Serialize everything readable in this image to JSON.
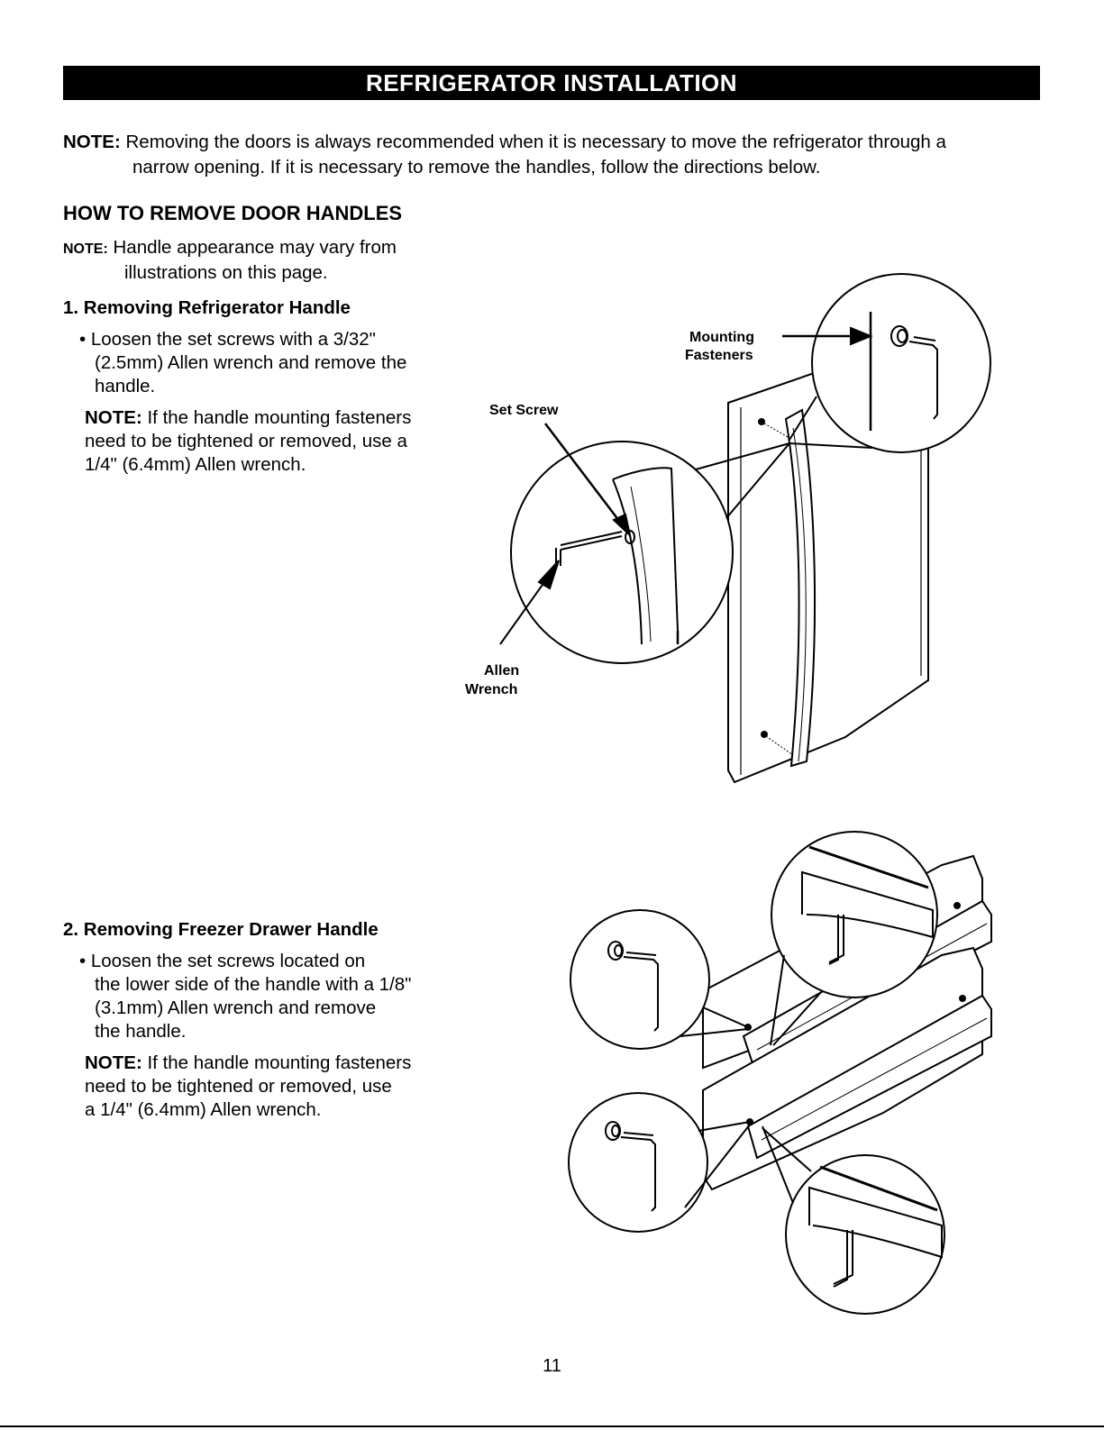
{
  "title": "REFRIGERATOR INSTALLATION",
  "top_note": {
    "label": "NOTE:",
    "line1": "Removing the doors is always recommended when it is necessary to move the refrigerator through a",
    "line2": "narrow opening. If it is necessary to remove the handles, follow the directions below."
  },
  "section_heading": "HOW TO REMOVE DOOR HANDLES",
  "appearance_note": {
    "label": "NOTE:",
    "line1": "Handle appearance may vary from",
    "line2": "illustrations on this page."
  },
  "step1": {
    "heading": "1. Removing Refrigerator Handle",
    "bullet_lines": [
      "• Loosen the set screws with a 3/32\"",
      "(2.5mm) Allen wrench and remove the",
      "handle."
    ],
    "note_label": "NOTE:",
    "note_lines": [
      "If the handle mounting fasteners",
      "need to be tightened or removed, use a",
      "1/4\" (6.4mm) Allen wrench."
    ]
  },
  "step2": {
    "heading": "2. Removing Freezer Drawer Handle",
    "bullet_lines": [
      "• Loosen the set screws located on",
      "the lower side of the handle with a 1/8\"",
      "(3.1mm) Allen wrench and remove",
      "the handle."
    ],
    "note_label": "NOTE:",
    "note_lines": [
      "If the handle mounting fasteners",
      "need to be tightened or removed, use",
      "a 1/4\" (6.4mm) Allen wrench."
    ]
  },
  "callouts": {
    "mounting_line1": "Mounting",
    "mounting_line2": "Fasteners",
    "set_screw": "Set Screw",
    "allen_line1": "Allen",
    "allen_line2": "Wrench"
  },
  "page_number": "11"
}
